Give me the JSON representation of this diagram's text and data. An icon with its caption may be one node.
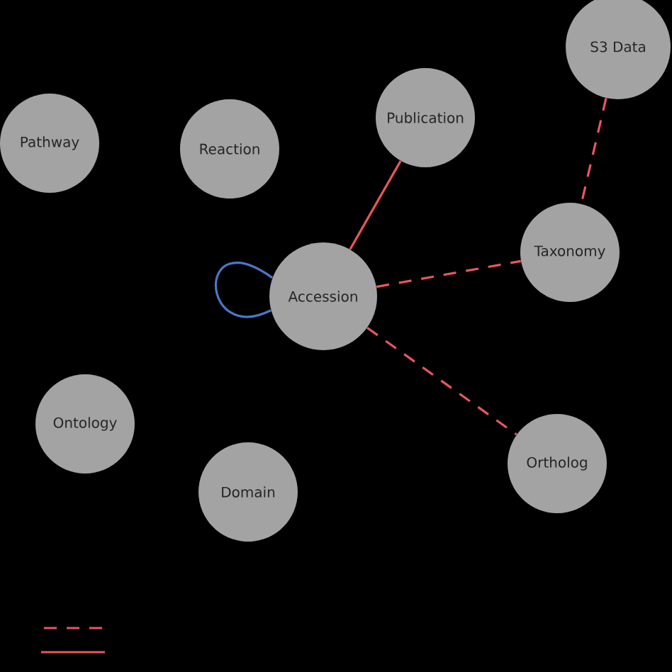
{
  "diagram": {
    "nodes": [
      {
        "text": [
          "Pathway"
        ]
      },
      {
        "text": [
          "Reaction"
        ]
      },
      {
        "text": [
          "Publication"
        ]
      },
      {
        "text": [
          "S3 Data"
        ]
      },
      {
        "text": [
          "Taxonomy"
        ]
      },
      {
        "text": [
          "Accession"
        ]
      },
      {
        "text": [
          "Ontology"
        ]
      },
      {
        "text": [
          "Domain"
        ]
      },
      {
        "text": [
          "Ortholog"
        ]
      }
    ],
    "edges": [
      {
        "from": 5,
        "to": 5,
        "arrow": "none",
        "color": "#4a78c8"
      },
      {
        "from": 5,
        "to": 2,
        "arrow": "none"
      },
      {
        "from": 3,
        "to": 4,
        "arrow": "none",
        "style": "dashed"
      },
      {
        "from": 5,
        "to": 4,
        "arrow": "none",
        "style": "dashed"
      },
      {
        "from": 5,
        "to": 8,
        "arrow": "none",
        "style": "dashed"
      }
    ]
  }
}
